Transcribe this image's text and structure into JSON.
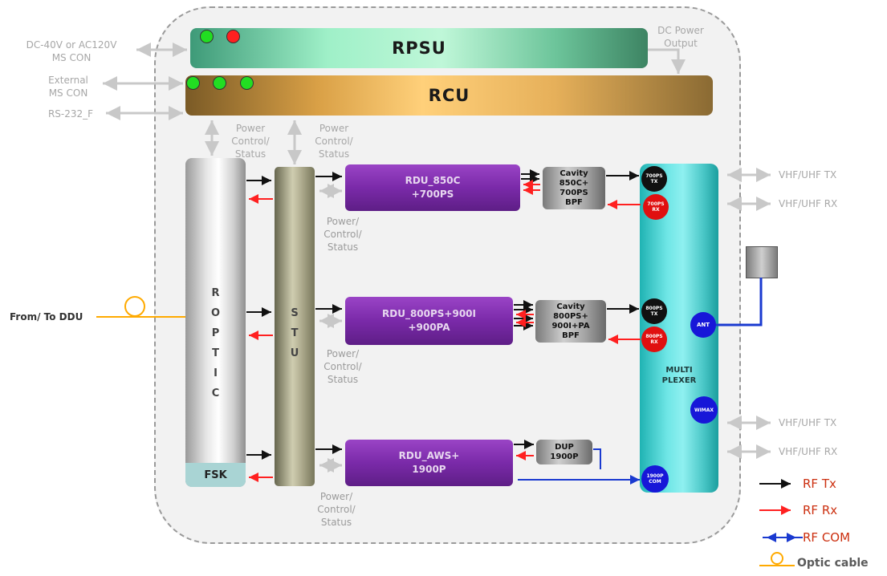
{
  "blocks": {
    "rpsu": "RPSU",
    "rcu": "RCU",
    "roptic_letters": [
      "R",
      "O",
      "P",
      "T",
      "I",
      "C"
    ],
    "fsk": "FSK",
    "stu_letters": [
      "S",
      "T",
      "U"
    ],
    "rdu1": [
      "RDU_850C",
      "+700PS"
    ],
    "rdu2": [
      "RDU_800PS+900I",
      "+900PA"
    ],
    "rdu3": [
      "RDU_AWS+",
      "1900P"
    ],
    "filter1": [
      "Cavity",
      "850C+",
      "700PS",
      "BPF"
    ],
    "filter2": [
      "Cavity",
      "800PS+",
      "900I+PA",
      "BPF"
    ],
    "filter3": [
      "DUP",
      "1900P"
    ],
    "mux": [
      "MULTI",
      "PLEXER"
    ]
  },
  "ports": {
    "p1_tx": [
      "700PS",
      "TX"
    ],
    "p1_rx": [
      "700PS",
      "RX"
    ],
    "p2_tx": [
      "800PS",
      "TX"
    ],
    "p2_rx": [
      "800PS",
      "RX"
    ],
    "ant": "ANT",
    "wimax": "WIMAX",
    "p3_com": [
      "1900P",
      "COM"
    ]
  },
  "labels": {
    "power_in": [
      "DC-40V or AC120V",
      "MS CON"
    ],
    "external": [
      "External",
      "MS CON"
    ],
    "rs232": "RS-232_F",
    "dc_out": [
      "DC Power",
      "Output"
    ],
    "pcs": [
      "Power",
      "Control/",
      "Status"
    ],
    "side_pcs": [
      "Power/",
      "Control/",
      "Status"
    ],
    "vhf_tx": "VHF/UHF TX",
    "vhf_rx": "VHF/UHF RX",
    "from_to": "From/ To DDU"
  },
  "legend": {
    "tx": "RF Tx",
    "rx": "RF Rx",
    "com": "RF COM",
    "optic": "Optic cable"
  },
  "colors": {
    "tx": "#111111",
    "rx": "#ff2020",
    "com": "#1a3ad0",
    "optic": "#ffaa00",
    "grey_arrow": "#c8c8c8"
  }
}
